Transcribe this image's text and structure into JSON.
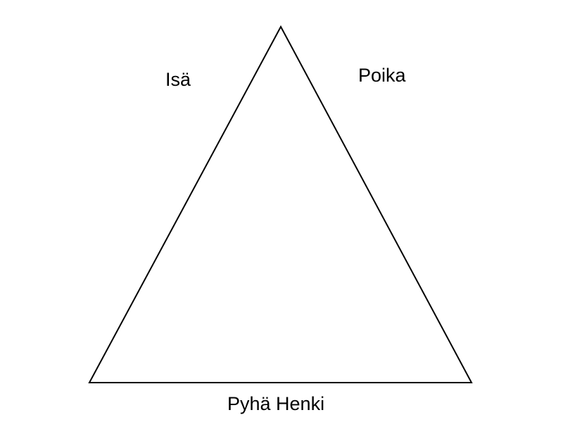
{
  "diagram": {
    "labels": {
      "father": "Isä",
      "son": "Poika",
      "holy_spirit": "Pyhä Henki"
    },
    "colors": {
      "stroke": "#000000",
      "background": "#ffffff"
    }
  }
}
